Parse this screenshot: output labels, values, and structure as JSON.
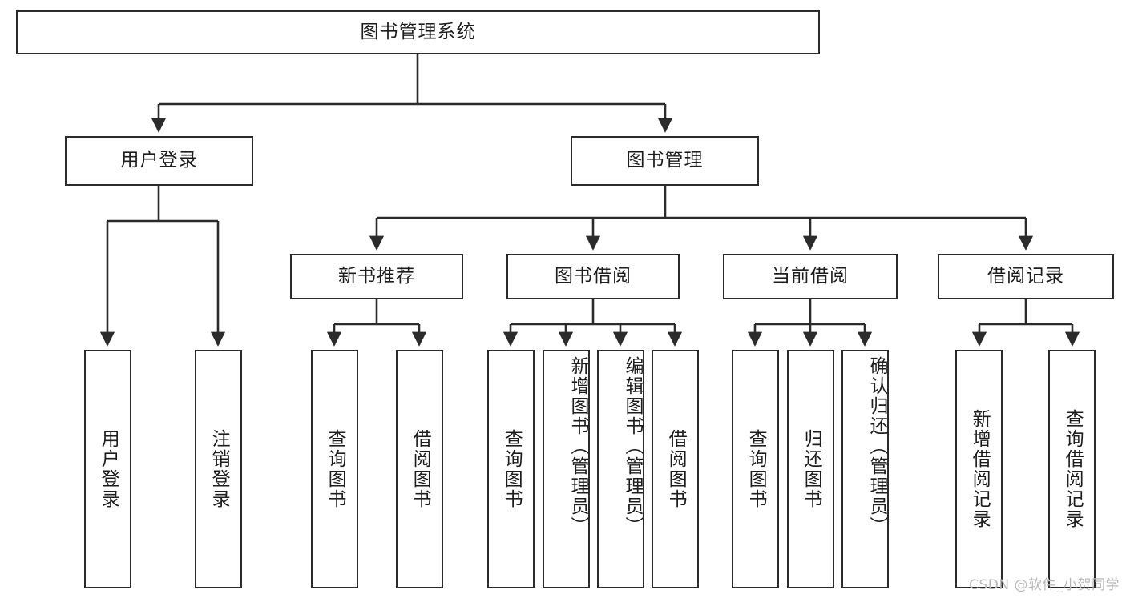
{
  "diagram": {
    "title_node": {
      "label": "图书管理系统"
    },
    "level2": [
      {
        "id": "user-login",
        "label": "用户登录"
      },
      {
        "id": "book-management",
        "label": "图书管理"
      }
    ],
    "level3": [
      {
        "id": "new-book-recommend",
        "label": "新书推荐"
      },
      {
        "id": "book-borrow",
        "label": "图书借阅"
      },
      {
        "id": "current-borrow",
        "label": "当前借阅"
      },
      {
        "id": "borrow-record",
        "label": "借阅记录"
      }
    ],
    "leaves": {
      "user_login": [
        {
          "id": "leaf-user-login",
          "label": "用户登录"
        },
        {
          "id": "leaf-logout-login",
          "label": "注销登录"
        }
      ],
      "new_book_recommend": [
        {
          "id": "leaf-query-book-1",
          "label": "查询图书"
        },
        {
          "id": "leaf-borrow-book-1",
          "label": "借阅图书"
        }
      ],
      "book_borrow": [
        {
          "id": "leaf-query-book-2",
          "label": "查询图书"
        },
        {
          "id": "leaf-add-book",
          "label": "新增图书（管理员）"
        },
        {
          "id": "leaf-edit-book",
          "label": "编辑图书（管理员）"
        },
        {
          "id": "leaf-borrow-book-2",
          "label": "借阅图书"
        }
      ],
      "current_borrow": [
        {
          "id": "leaf-query-book-3",
          "label": "查询图书"
        },
        {
          "id": "leaf-return-book",
          "label": "归还图书"
        },
        {
          "id": "leaf-confirm-return",
          "label": "确认归还（管理员）"
        }
      ],
      "borrow_record": [
        {
          "id": "leaf-add-borrow-record",
          "label": "新增借阅记录"
        },
        {
          "id": "leaf-query-borrow-record",
          "label": "查询借阅记录"
        }
      ]
    },
    "watermark": "CSDN @软件_小贺同学",
    "colors": {
      "line": "#2b2b2b",
      "box_fill": "#ffffff",
      "text": "#1d1d1d",
      "watermark": "#b9b9b9"
    }
  }
}
